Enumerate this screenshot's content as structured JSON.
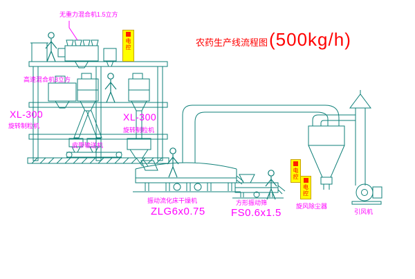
{
  "title": {
    "main": "农药生产线流程图",
    "capacity": "(500kg/h)"
  },
  "equipment_labels": {
    "gravity_mixer": "无重力混合机1.5立方",
    "high_speed_mixer": "高速混合机3立方",
    "granulator_left_model": "XL-300",
    "granulator_left_name": "旋转制粒机",
    "granulator_center_model": "XL-300",
    "granulator_center_name": "旋转制粒机",
    "belt_conveyor": "皮带输送机",
    "fluid_bed_dryer": "振动流化床干燥机",
    "fluid_bed_model": "ZLG6x0.75",
    "square_sieve": "方形振动筛",
    "square_sieve_model": "FS0.6x1.5",
    "cyclone": "旋风除尘器",
    "induced_fan": "引风机"
  },
  "control_panels": {
    "top": "电控",
    "mid": "电控",
    "lower": "电控"
  },
  "colors": {
    "line": "#0e7f78",
    "label": "#ff00ff",
    "title": "#ff0000",
    "panel_fill": "#ffff00",
    "panel_text": "#ff0000",
    "background": "#ffffff"
  }
}
